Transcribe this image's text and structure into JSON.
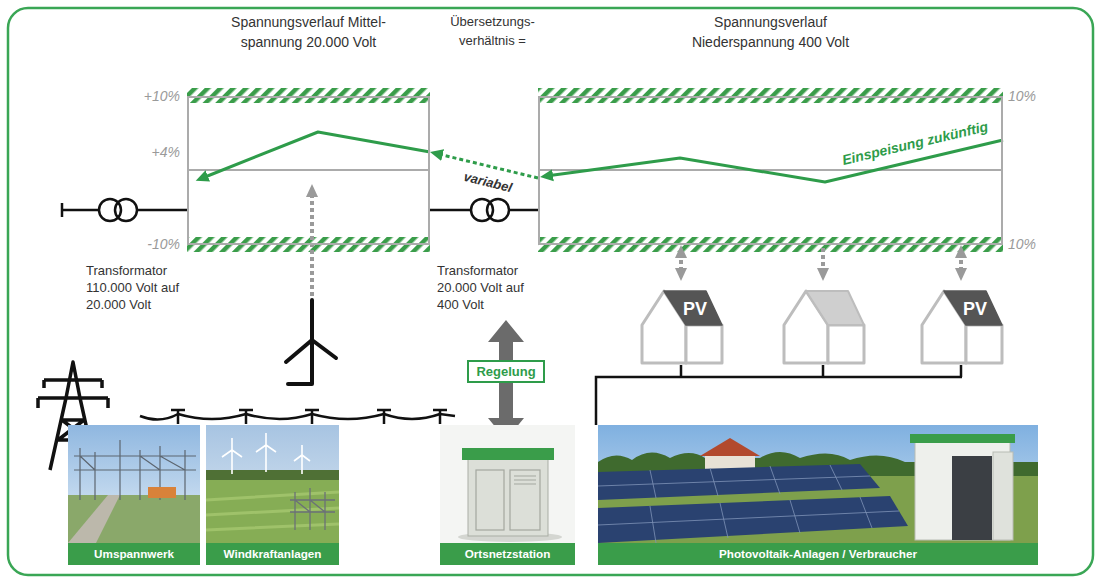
{
  "diagram": {
    "nodes": [
      {
        "text": [
          "Spannungsverlauf Mittel- spannung 20.000 Volt"
        ]
      },
      {
        "text": [
          "Spannungsverlauf Niederspannung 400 Volt"
        ]
      },
      {
        "text": [
          "PV"
        ]
      },
      {
        "text": [
          "PV"
        ]
      },
      {
        "text": [
          "Regelung"
        ]
      },
      {
        "text": [
          "Umspannwerk"
        ]
      },
      {
        "text": [
          "Windkraftanlagen"
        ]
      },
      {
        "text": [
          "Ortsnetzstation"
        ]
      },
      {
        "text": [
          "Photovoltaik-Anlagen / Verbraucher"
        ]
      }
    ],
    "edges": [
      {
        "from": 1,
        "to": 0,
        "arrow": "to",
        "label": "variabel"
      },
      {
        "from": 2,
        "to": 1,
        "arrow": "both"
      },
      {
        "from": 3,
        "to": 1,
        "arrow": "both"
      }
    ],
    "labels": [
      "Übersetzungs- verhältnis =",
      "+10%",
      "+4%",
      "-10%",
      "10%",
      "10%",
      "Einspeisung zukünftig",
      "Transformator 110.000 Volt auf 20.000 Volt",
      "Transformator 20.000 Volt auf 400 Volt"
    ]
  }
}
